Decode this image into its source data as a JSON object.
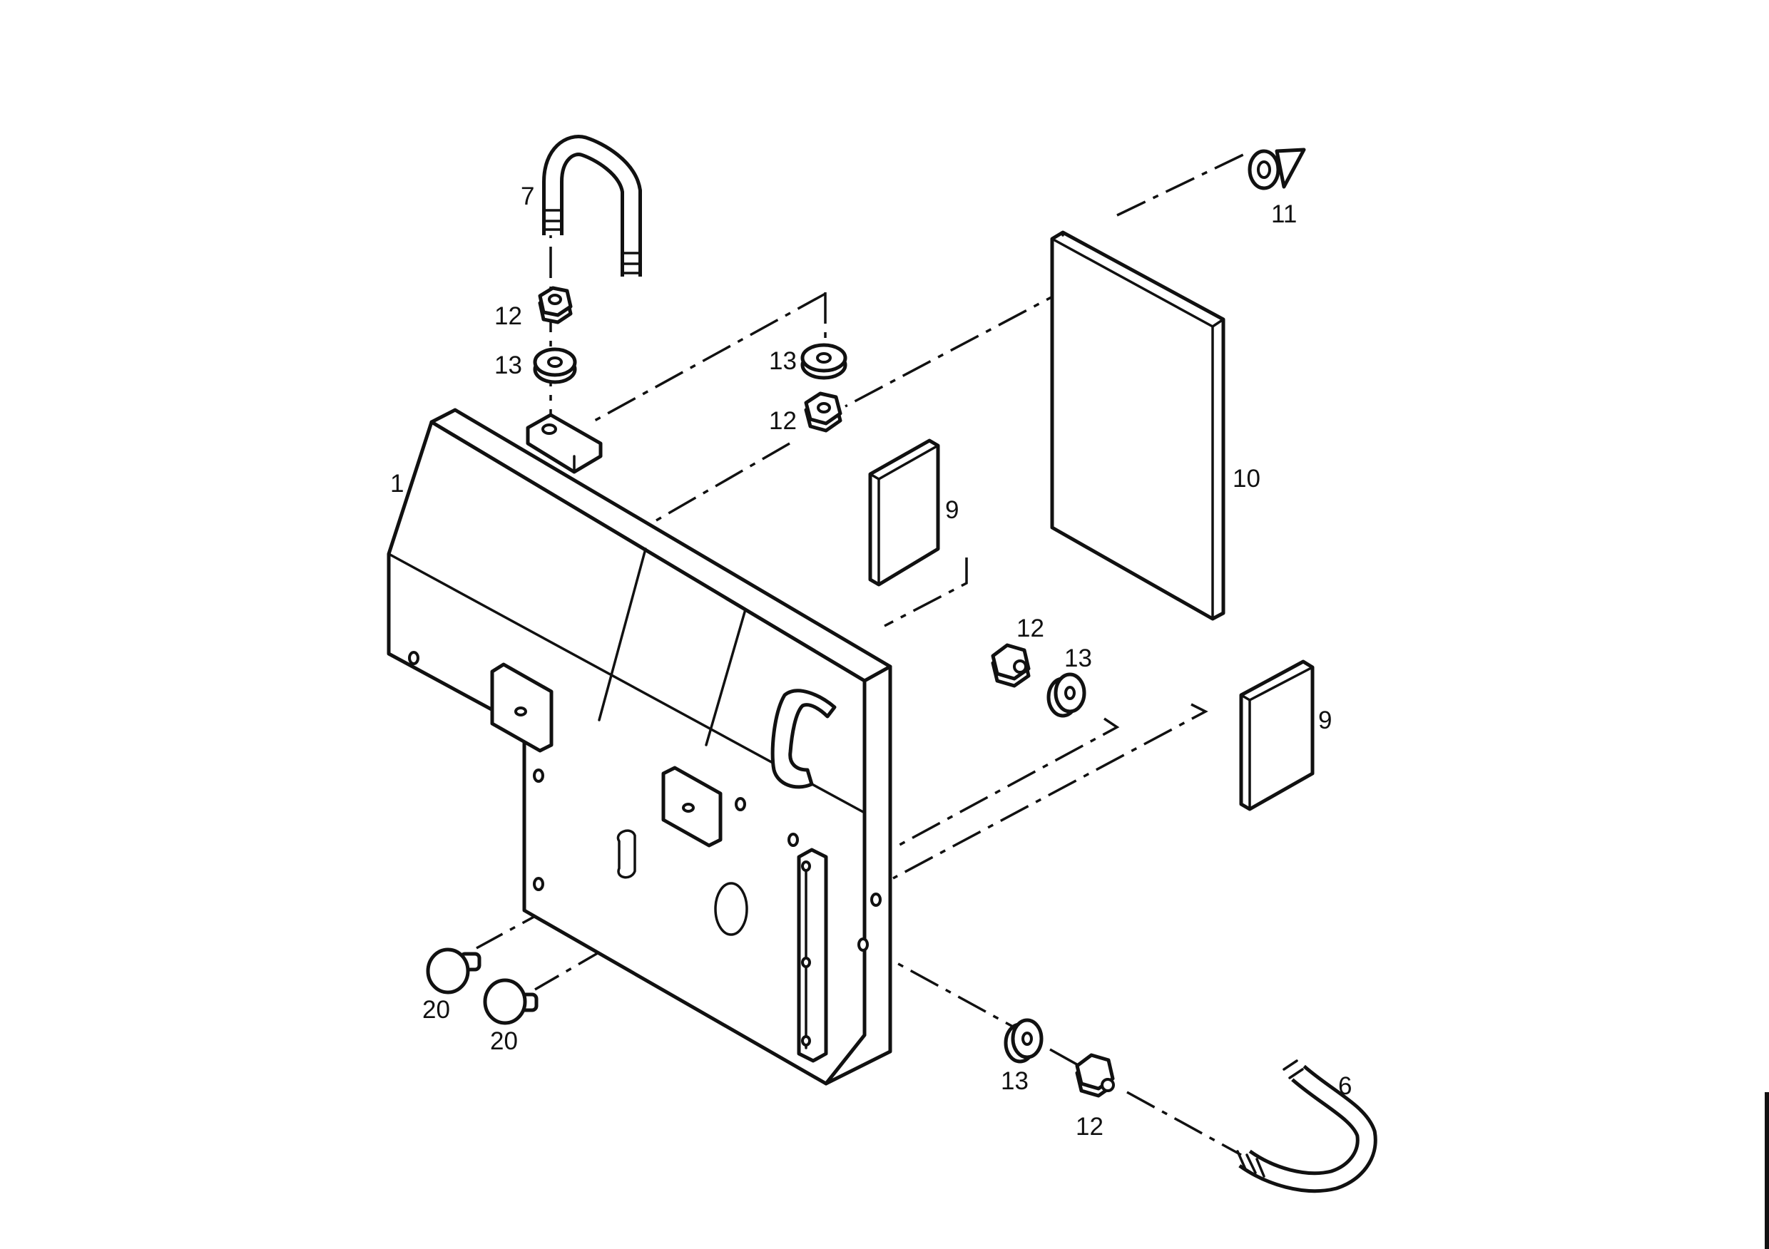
{
  "callouts": {
    "c1": "1",
    "c6": "6",
    "c7": "7",
    "c9a": "9",
    "c9b": "9",
    "c10": "10",
    "c11": "11",
    "c12a": "12",
    "c12b": "12",
    "c12c": "12",
    "c12d": "12",
    "c13a": "13",
    "c13b": "13",
    "c13c": "13",
    "c13d": "13",
    "c20a": "20",
    "c20b": "20"
  }
}
